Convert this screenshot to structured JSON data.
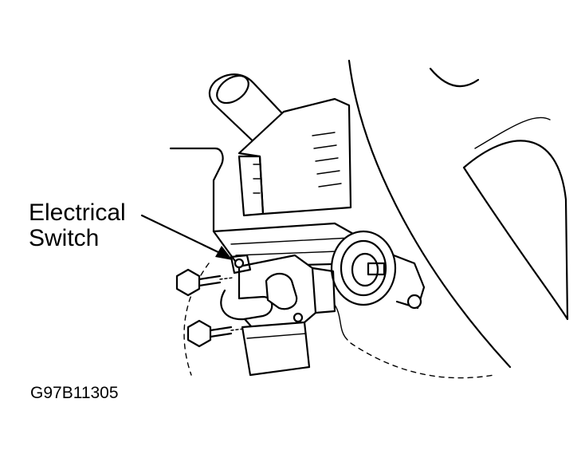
{
  "diagram": {
    "callout": {
      "line1": "Electrical",
      "line2": "Switch"
    },
    "figure_id": "G97B11305",
    "colors": {
      "ink": "#000000",
      "background": "#ffffff"
    }
  }
}
